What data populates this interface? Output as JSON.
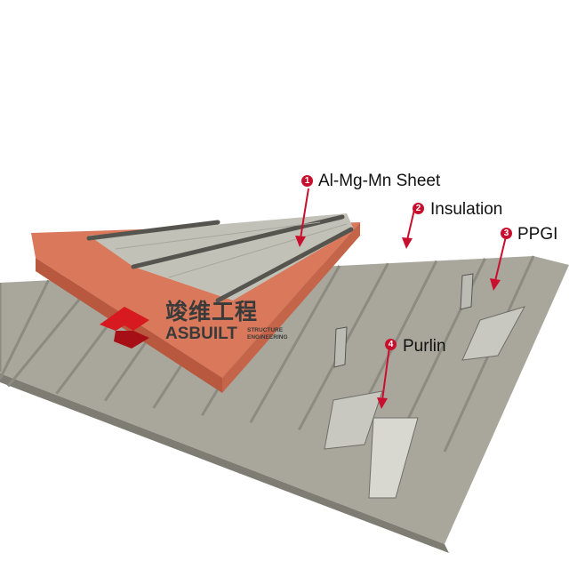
{
  "callouts": [
    {
      "number": "1",
      "label": "Al-Mg-Mn Sheet"
    },
    {
      "number": "2",
      "label": "Insulation"
    },
    {
      "number": "3",
      "label": "PPGI"
    },
    {
      "number": "4",
      "label": "Purlin"
    }
  ],
  "logo": {
    "chinese": "竣维工程",
    "name": "ASBUILT",
    "sub1": "STRUCTURE",
    "sub2": "ENGINEERING"
  },
  "colors": {
    "callout": "#c8102e",
    "insulation": "#d9785a",
    "sheet": "#b9b8ae",
    "deck": "#a9a79c"
  }
}
